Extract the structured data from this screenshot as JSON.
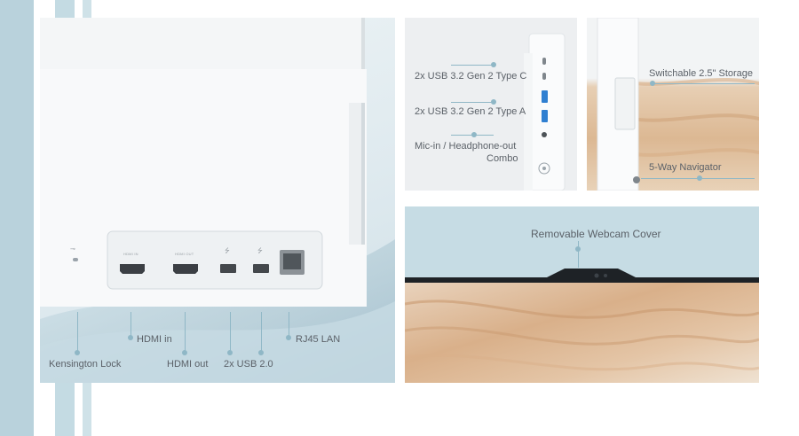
{
  "colors": {
    "accent": "#8fb7c6",
    "stripe": "#b9d2dc",
    "panel_bg": "#e9f1f4",
    "monitor_white": "#f7f8f9"
  },
  "panel_back": {
    "port_markings": {
      "hdmi_in": "HDMI IN",
      "hdmi_out": "HDMI OUT"
    },
    "labels": {
      "kensington": "Kensington Lock",
      "hdmi_in": "HDMI in",
      "hdmi_out": "HDMI out",
      "usb20": "2x USB 2.0",
      "rj45": "RJ45 LAN"
    }
  },
  "panel_side": {
    "labels": {
      "usb_c": "2x USB 3.2 Gen 2 Type C",
      "usb_a": "2x USB 3.2 Gen 2 Type A",
      "audio_line1": "Mic-in / Headphone-out",
      "audio_line2": "Combo"
    }
  },
  "panel_storage": {
    "labels": {
      "storage": "Switchable 2.5\" Storage",
      "navigator": "5-Way Navigator"
    }
  },
  "panel_webcam": {
    "labels": {
      "webcam": "Removable Webcam Cover"
    }
  }
}
